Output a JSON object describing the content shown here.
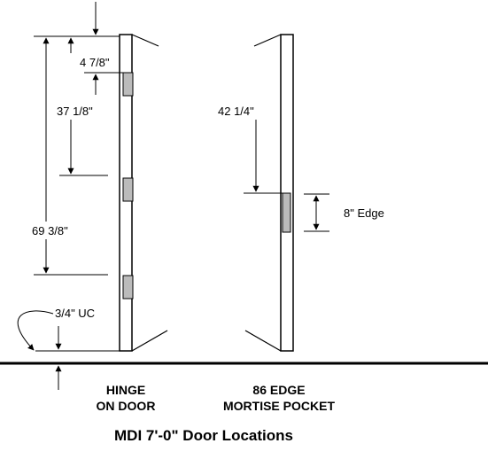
{
  "dimensions": {
    "top_to_first_hinge": "4 7/8\"",
    "top_to_second_hinge": "37 1/8\"",
    "top_to_third_hinge": "69 3/8\"",
    "undercut": "3/4\" UC",
    "top_to_mortise": "42 1/4\"",
    "mortise_edge": "8\" Edge"
  },
  "captions": {
    "hinge_line1": "HINGE",
    "hinge_line2": "ON DOOR",
    "edge_line1": "86 EDGE",
    "edge_line2": "MORTISE POCKET"
  },
  "title": "MDI 7'-0\" Door Locations"
}
